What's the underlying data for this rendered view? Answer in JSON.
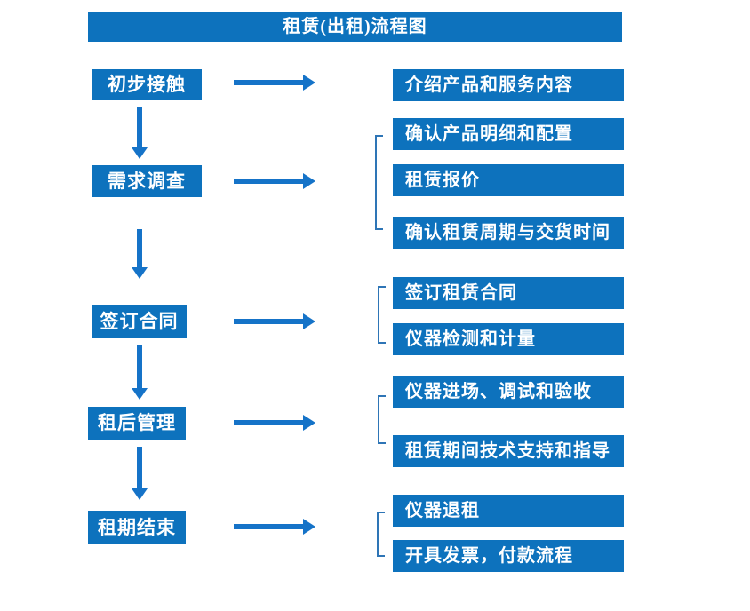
{
  "title": "租赁(出租)流程图",
  "colors": {
    "box_fill": "#0d72bd",
    "arrow": "#1573c8",
    "bracket": "#2e75b6",
    "text": "#ffffff",
    "background": "#ffffff"
  },
  "connectors": {
    "right_arrow_count": 5,
    "down_arrow_count": 4,
    "bracket_count": 4
  },
  "flow": {
    "steps": [
      {
        "label": "初步接触",
        "details": [
          "介绍产品和服务内容"
        ]
      },
      {
        "label": "需求调查",
        "details": [
          "确认产品明细和配置",
          "租赁报价",
          "确认租赁周期与交货时间"
        ]
      },
      {
        "label": "签订合同",
        "details": [
          "签订租赁合同",
          "仪器检测和计量"
        ]
      },
      {
        "label": "租后管理",
        "details": [
          "仪器进场、调试和验收",
          "租赁期间技术支持和指导"
        ]
      },
      {
        "label": "租期结束",
        "details": [
          "仪器退租",
          "开具发票，付款流程"
        ]
      }
    ]
  }
}
